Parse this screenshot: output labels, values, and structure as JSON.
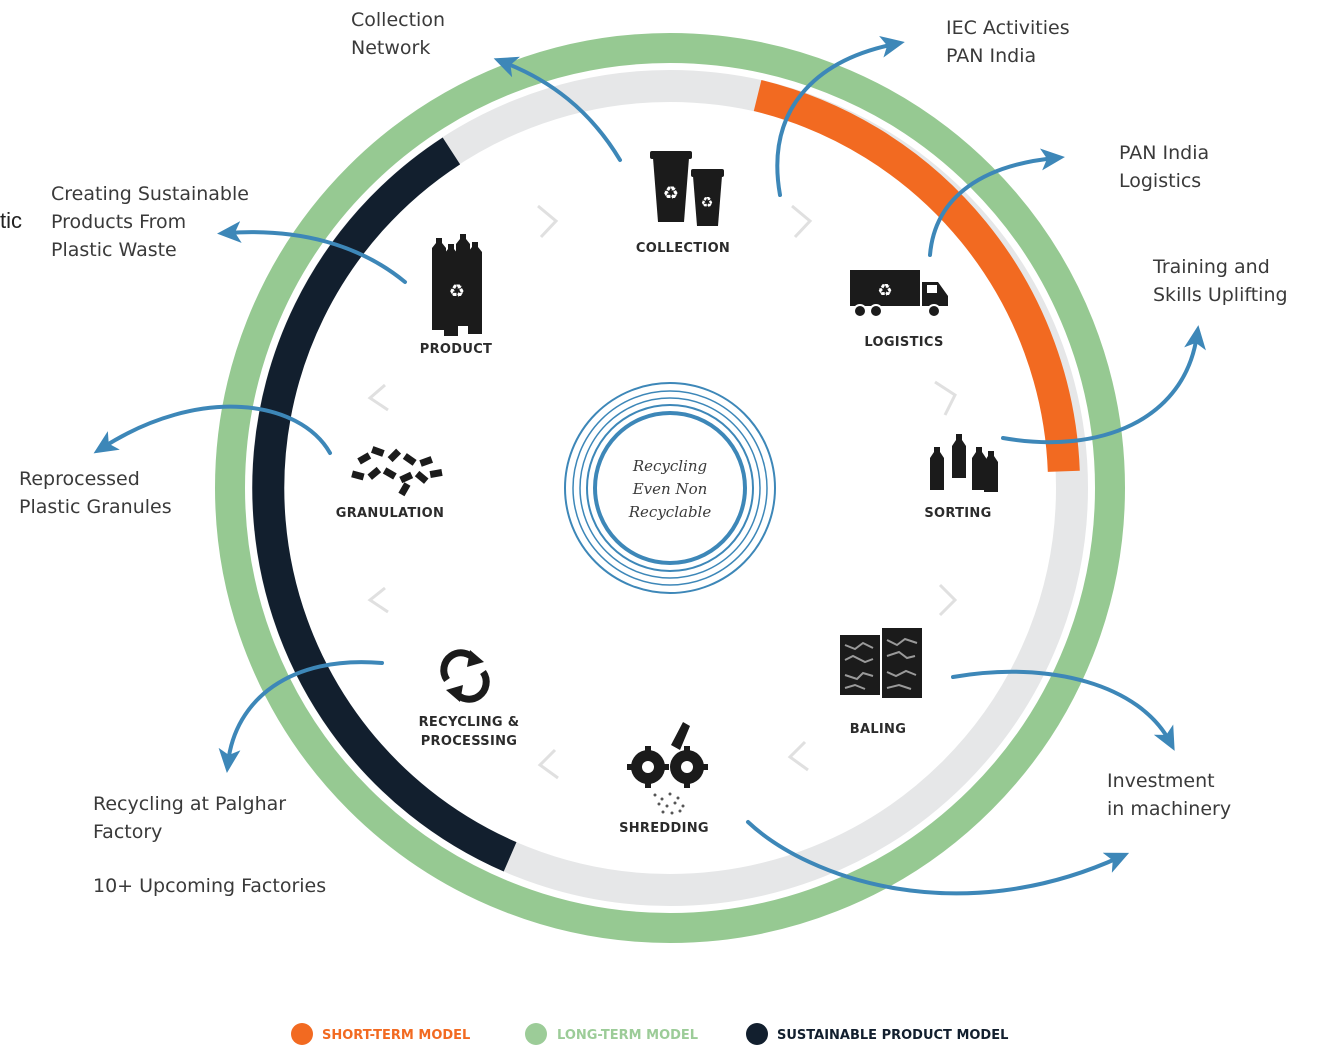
{
  "clipped_text": "tic",
  "center": {
    "line1": "Recycling",
    "line2": "Even Non",
    "line3": "Recyclable"
  },
  "stages": [
    {
      "key": "collection",
      "label": "COLLECTION",
      "icon": "recycle-bins-icon"
    },
    {
      "key": "logistics",
      "label": "LOGISTICS",
      "icon": "truck-icon"
    },
    {
      "key": "sorting",
      "label": "SORTING",
      "icon": "bottles-icon"
    },
    {
      "key": "baling",
      "label": "BALING",
      "icon": "bales-icon"
    },
    {
      "key": "shredding",
      "label": "SHREDDING",
      "icon": "shredder-icon"
    },
    {
      "key": "recycling",
      "label": "RECYCLING &",
      "label2": "PROCESSING",
      "icon": "cycle-arrows-icon"
    },
    {
      "key": "granulation",
      "label": "GRANULATION",
      "icon": "granules-icon"
    },
    {
      "key": "product",
      "label": "PRODUCT",
      "icon": "bottles-recycle-icon"
    }
  ],
  "annotations": {
    "collection_network": "Collection\nNetwork",
    "iec": "IEC Activities\nPAN India",
    "logistics": "PAN India\nLogistics",
    "training": "Training and\nSkills Uplifting",
    "investment": "Investment\nin machinery",
    "palghar": "Recycling at Palghar\nFactory",
    "factories": "10+ Upcoming Factories",
    "granules": "Reprocessed\nPlastic Granules",
    "products": "Creating Sustainable\nProducts From\nPlastic Waste"
  },
  "legend": [
    {
      "label": "SHORT-TERM MODEL",
      "color": "#f26a21"
    },
    {
      "label": "LONG-TERM MODEL",
      "color": "#9ccc98"
    },
    {
      "label": "SUSTAINABLE PRODUCT MODEL",
      "color": "#121f2e"
    }
  ],
  "colors": {
    "outer_ring": "#96c992",
    "inner_track": "#e6e7e8",
    "short_term": "#f26a21",
    "product_model": "#121f2e",
    "arrows": "#3d87b8",
    "center_rings": "#3d87b8"
  }
}
